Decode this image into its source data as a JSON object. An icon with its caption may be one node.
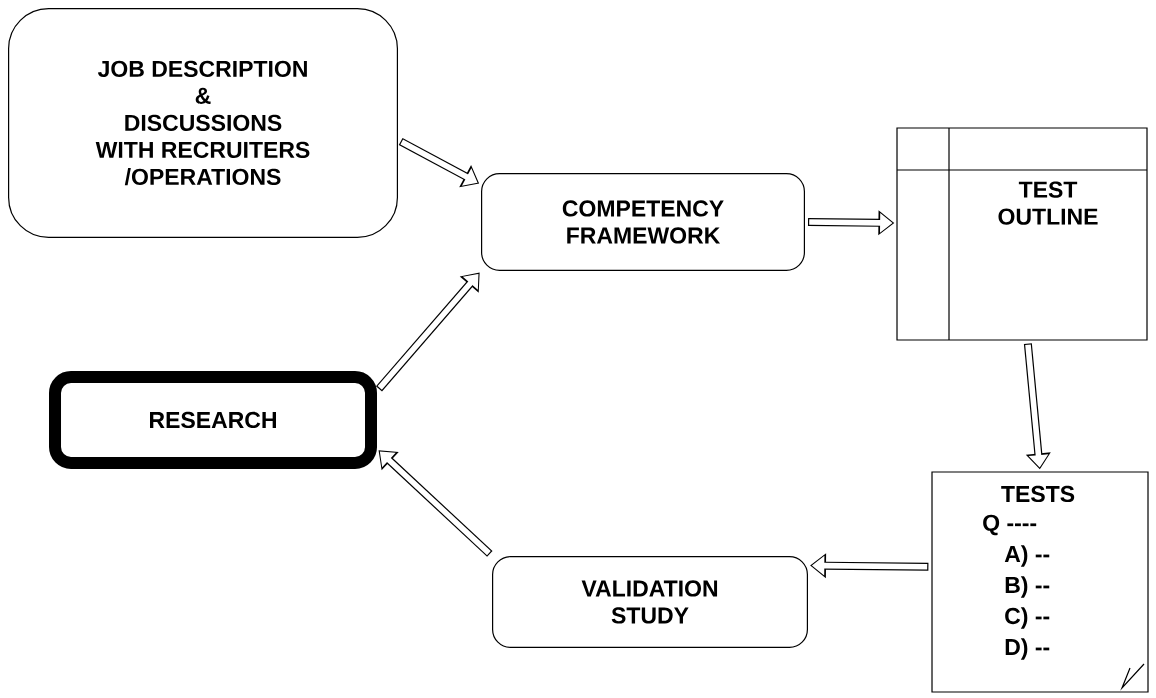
{
  "diagram": {
    "nodes": [
      {
        "text": [
          "JOB DESCRIPTION",
          "&",
          "DISCUSSIONS",
          "WITH RECRUITERS",
          "/OPERATIONS"
        ]
      },
      {
        "text": [
          "COMPETENCY FRAMEWORK"
        ]
      },
      {
        "text": [
          "TEST OUTLINE"
        ]
      },
      {
        "text": [
          "TESTS",
          "Q ----",
          "A) --",
          "B) --",
          "C) --",
          "D) --"
        ]
      },
      {
        "text": [
          "VALIDATION STUDY"
        ]
      },
      {
        "text": [
          "RESEARCH"
        ]
      }
    ],
    "edges": [
      {
        "from": 0,
        "to": 1,
        "arrow": "to"
      },
      {
        "from": 1,
        "to": 2,
        "arrow": "to"
      },
      {
        "from": 2,
        "to": 3,
        "arrow": "to"
      },
      {
        "from": 3,
        "to": 4,
        "arrow": "to"
      },
      {
        "from": 4,
        "to": 5,
        "arrow": "to"
      },
      {
        "from": 5,
        "to": 1,
        "arrow": "to"
      }
    ]
  }
}
